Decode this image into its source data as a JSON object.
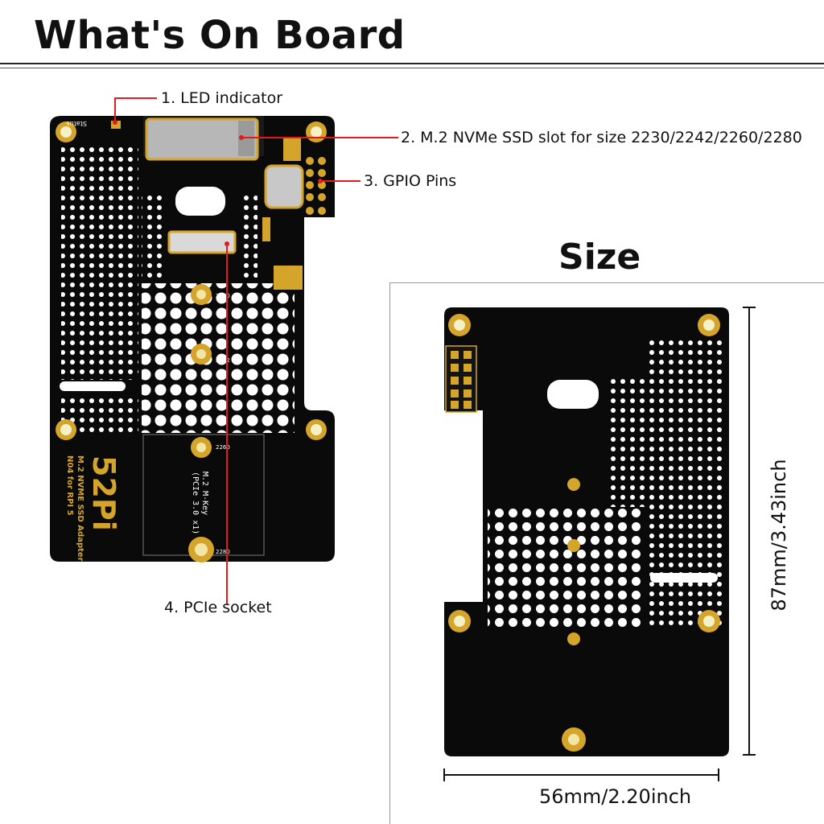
{
  "header": {
    "title": "What's On Board"
  },
  "callouts": [
    {
      "label": "1. LED indicator"
    },
    {
      "label": "2. M.2 NVMe SSD slot for size 2230/2242/2260/2280"
    },
    {
      "label": "3. GPIO Pins"
    },
    {
      "label": "4. PCIe socket"
    }
  ],
  "board_front": {
    "status_label": "Status",
    "brand": "52Pi",
    "product_lines": [
      "M.2 NVME SSD Adapter",
      "N04 for RPI 5"
    ],
    "slot_text": [
      "M.2 M-Key",
      "(PCIe 3.0 x1)"
    ],
    "sizes": [
      "2230",
      "2242",
      "2260",
      "2280"
    ]
  },
  "size_section": {
    "title": "Size",
    "width_label": "56mm/2.20inch",
    "height_label": "87mm/3.43inch"
  },
  "colors": {
    "pcb": "#0a0a0a",
    "gold": "#d4a52a",
    "callout_red": "#e31b1b"
  }
}
